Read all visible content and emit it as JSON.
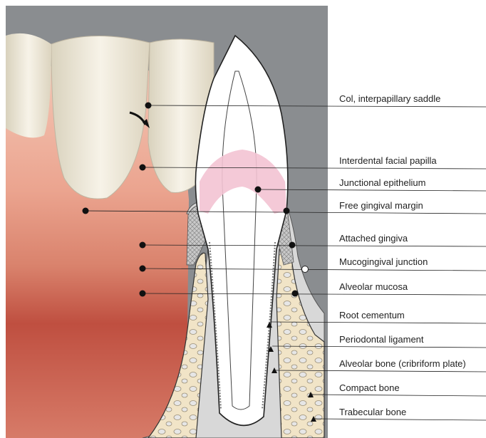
{
  "labels": [
    "Col, interpapillary saddle",
    "Interdental facial papilla",
    "Junctional epithelium",
    "Free gingival margin",
    "Attached gingiva",
    "Mucogingival junction",
    "Alveolar mucosa",
    "Root cementum",
    "Periodontal ligament",
    "Alveolar bone (cribriform plate)",
    "Compact bone",
    "Trabecular bone"
  ],
  "colors": {
    "background_panel": "#8a8d90",
    "gingiva": "#e8a592",
    "alveolar_mucosa": "#c45a4a",
    "tooth_enamel": "#f4f1e6",
    "bone": "#f0e3c6",
    "junctional_epithelium": "#f3c3d3",
    "leader_line": "#222222"
  }
}
